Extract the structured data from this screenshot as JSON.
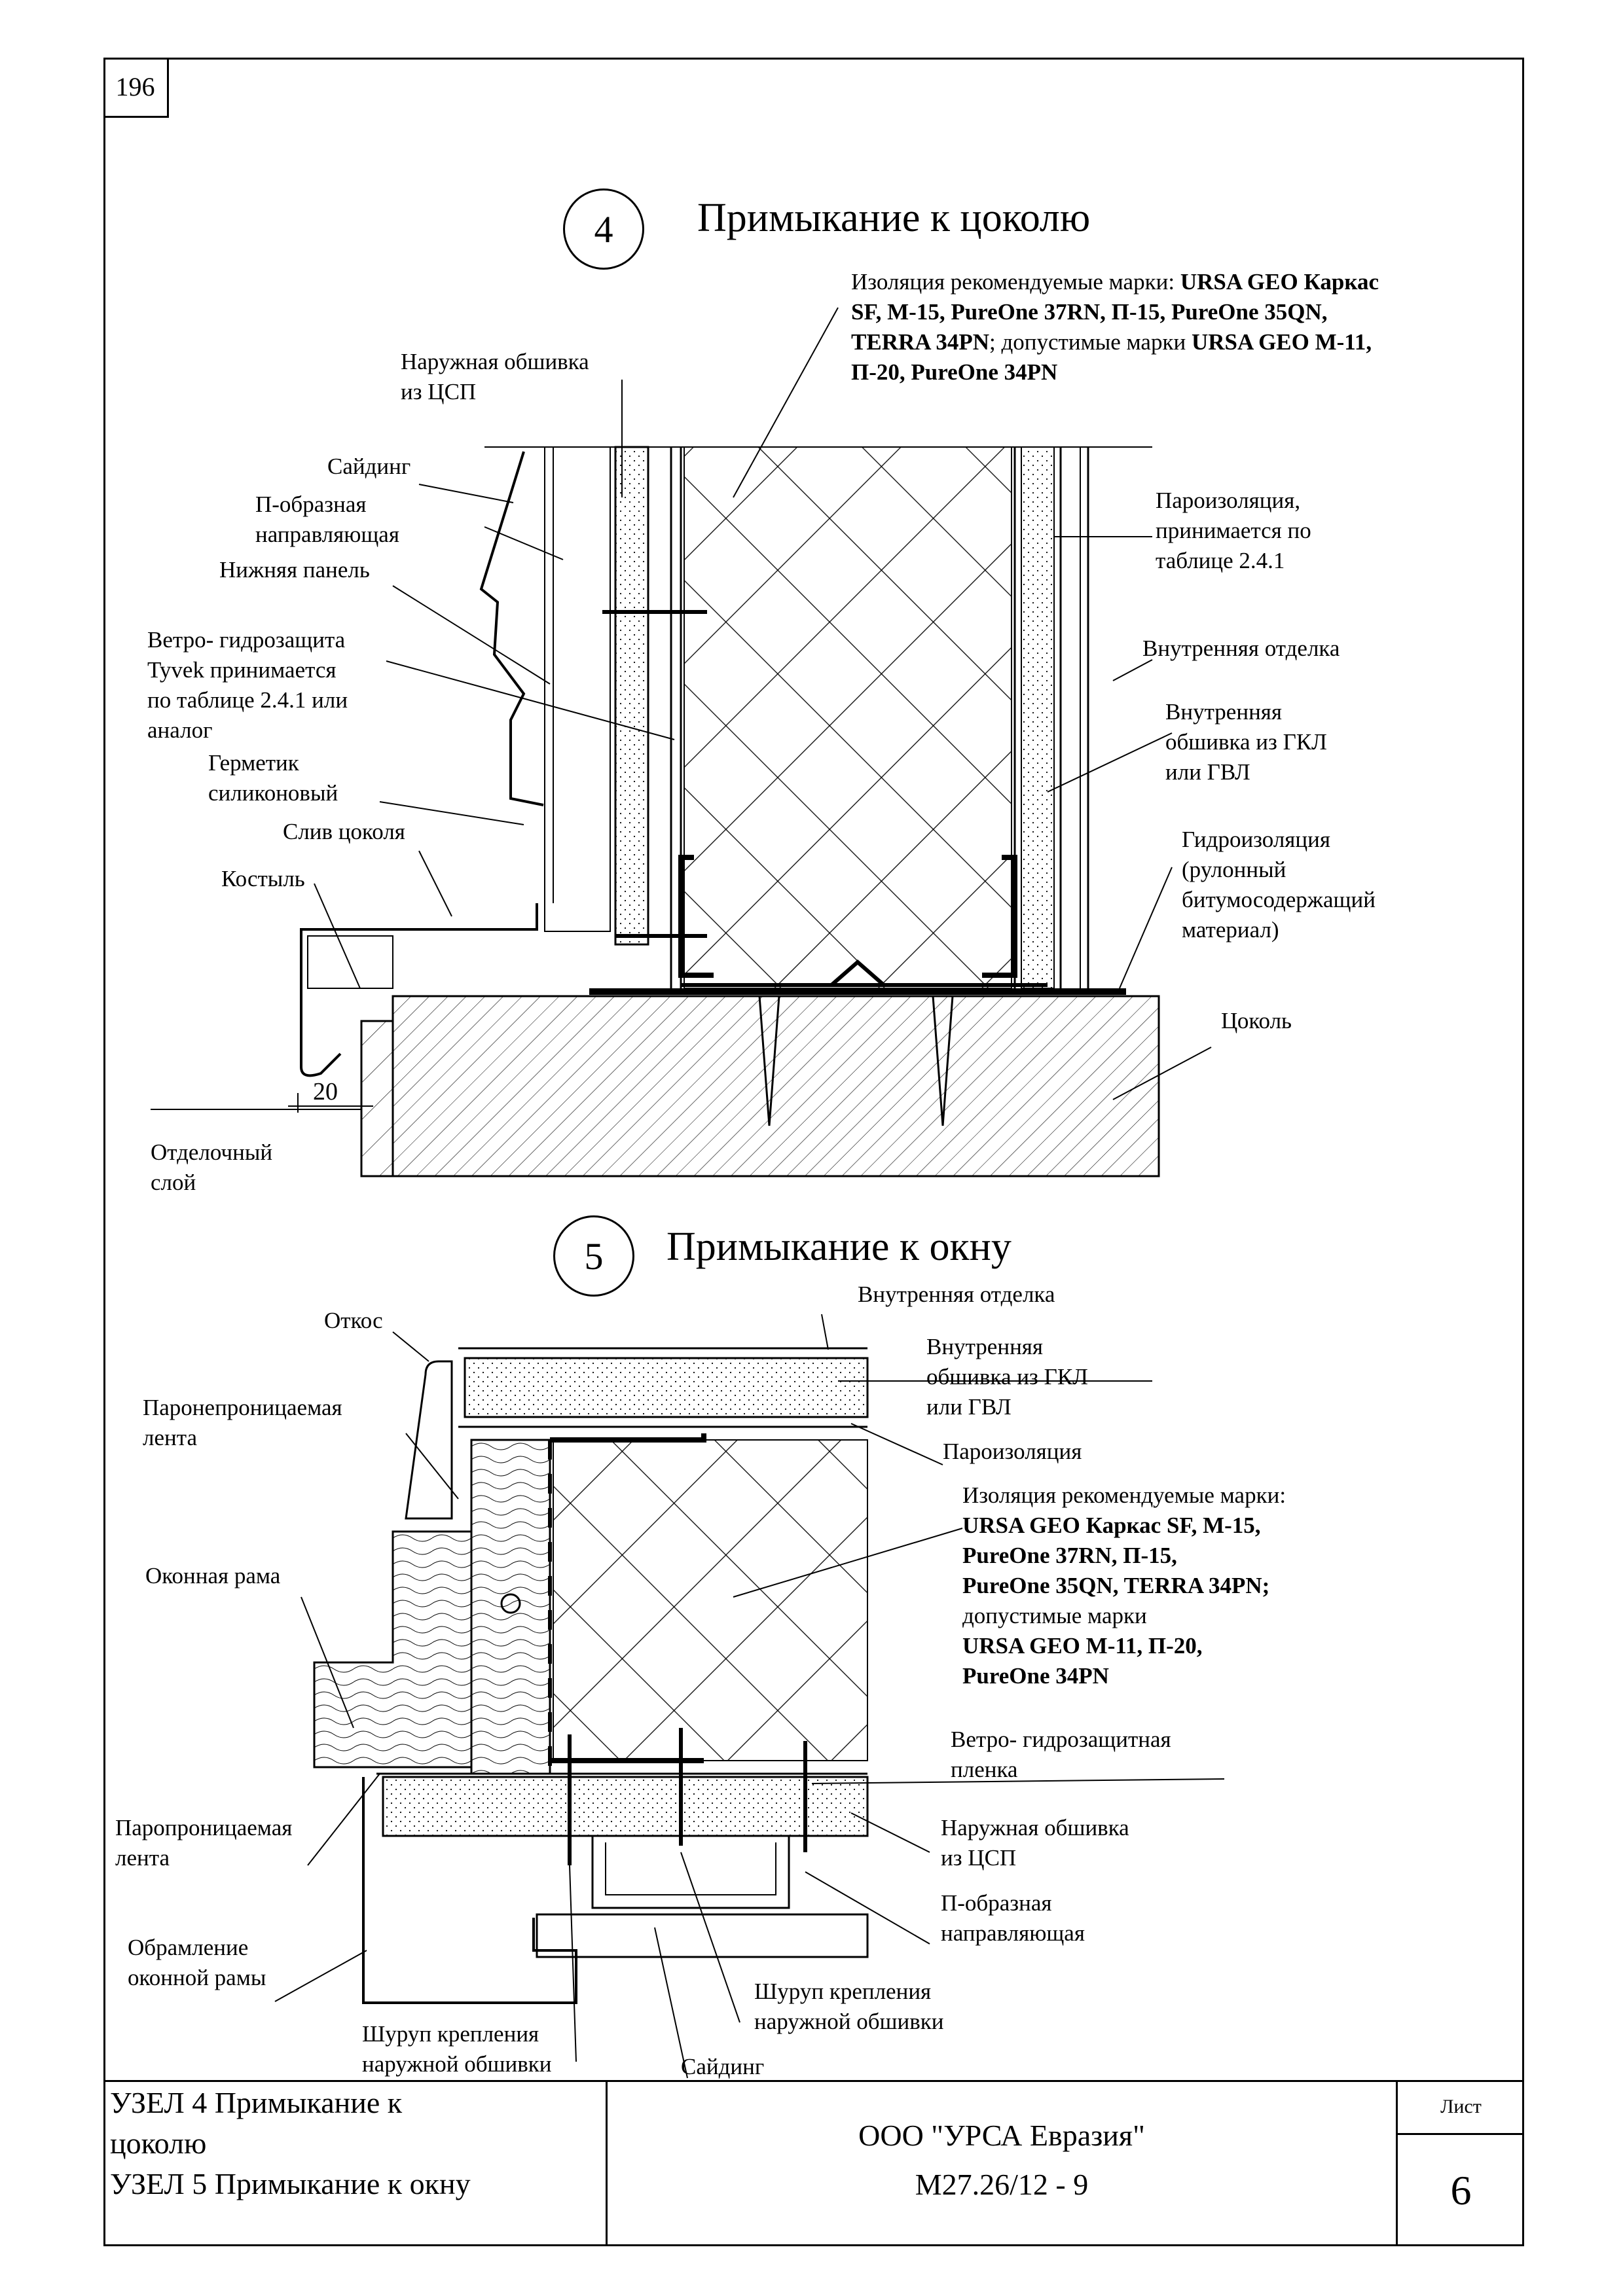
{
  "page": {
    "number": "196"
  },
  "node4": {
    "num": "4",
    "title": "Примыкание к цоколю",
    "insulation": {
      "prefix": "Изоляция рекомендуемые марки: ",
      "b1": "URSA GEO Каркас",
      "b2": "SF, М-15, PureOne 37RN, П-15, PureOne 35QN,",
      "b3": "TERRA 34PN",
      "mid": "; допустимые марки ",
      "b4": "URSA GEO М-11,",
      "b5": "П-20, PureOne 34PN"
    },
    "outer_sheathing": [
      "Наружная обшивка",
      "из ЦСП"
    ],
    "siding": "Сайдинг",
    "p_guide": [
      "П-образная",
      "направляющая"
    ],
    "bottom_panel": "Нижняя панель",
    "wind_barrier": [
      "Ветро- гидрозащита",
      "Tyvek  принимается",
      "по таблице 2.4.1 или",
      "аналог"
    ],
    "sealant": [
      "Герметик",
      "силиконовый"
    ],
    "plinth_drip": "Слив цоколя",
    "bracket": "Костыль",
    "dimension": "20",
    "finish_layer": [
      "Отделочный",
      "слой"
    ],
    "vapor_barrier": [
      "Пароизоляция,",
      "принимается по",
      "таблице 2.4.1"
    ],
    "interior_finish": "Внутренняя отделка",
    "inner_sheathing": [
      "Внутренняя",
      "обшивка из ГКЛ",
      "или ГВЛ"
    ],
    "waterproofing": [
      "Гидроизоляция",
      "(рулонный",
      "битумосодержащий",
      "материал)"
    ],
    "plinth": "Цоколь"
  },
  "node5": {
    "num": "5",
    "title": "Примыкание к окну",
    "interior_finish": "Внутренняя отделка",
    "slope": "Откос",
    "inner_sheathing": [
      "Внутренняя",
      "обшивка из ГКЛ",
      "или ГВЛ"
    ],
    "vapor_tight_tape": [
      "Паронепроницаемая",
      "лента"
    ],
    "vapor_barrier": "Пароизоляция",
    "insulation": {
      "l1": "Изоляция рекомендуемые марки:",
      "l2": "URSA GEO Каркас SF, М-15,",
      "l3": "PureOne 37RN, П-15,",
      "l4": "PureOne 35QN, TERRA 34PN;",
      "l5": "допустимые марки",
      "l6": "URSA GEO М-11, П-20,",
      "l7": "PureOne 34PN"
    },
    "window_frame": "Оконная рама",
    "wind_film": [
      "Ветро- гидрозащитная",
      "пленка"
    ],
    "vapor_perm_tape": [
      "Паропроницаемая",
      "лента"
    ],
    "outer_sheathing": [
      "Наружная обшивка",
      "из ЦСП"
    ],
    "p_guide": [
      "П-образная",
      "направляющая"
    ],
    "frame_trim": [
      "Обрамление",
      "оконной рамы"
    ],
    "screw_right": [
      "Шуруп крепления",
      "наружной обшивки"
    ],
    "screw_left": [
      "Шуруп крепления",
      "наружной обшивки"
    ],
    "siding": "Сайдинг"
  },
  "stamp": {
    "left": [
      "УЗЕЛ 4 Примыкание к",
      "цоколю",
      "УЗЕЛ 5 Примыкание к окну"
    ],
    "company": "ООО \"УРСА Евразия\"",
    "code": "М27.26/12 - 9",
    "sheet_label": "Лист",
    "sheet_no": "6"
  }
}
